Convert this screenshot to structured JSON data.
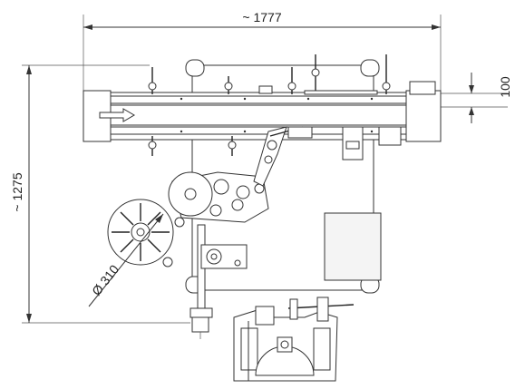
{
  "drawing": {
    "dimensions": {
      "overall_width": "~ 1777",
      "overall_height": "~ 1275",
      "conveyor_height": "100",
      "reel_diameter": "Ø 310"
    },
    "colors": {
      "line": "#333333",
      "background": "#ffffff"
    }
  }
}
